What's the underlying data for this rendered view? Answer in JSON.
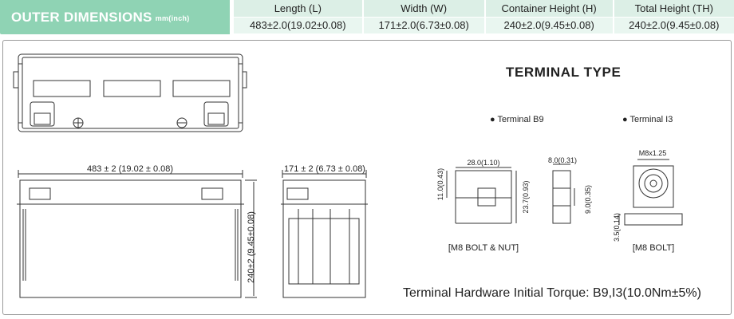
{
  "header": {
    "title": "OUTER DIMENSIONS",
    "unit": "mm(inch)",
    "columns": [
      "Length (L)",
      "Width (W)",
      "Container Height (H)",
      "Total Height (TH)"
    ],
    "values": [
      "483±2.0(19.02±0.08)",
      "171±2.0(6.73±0.08)",
      "240±2.0(9.45±0.08)",
      "240±2.0(9.45±0.08)"
    ]
  },
  "drawing": {
    "length_dim": "483 ± 2 (19.02 ± 0.08)",
    "width_dim": "171 ± 2 (6.73 ± 0.08)",
    "height_dim": "240±2 (9.45±0.08)"
  },
  "terminal": {
    "title": "TERMINAL TYPE",
    "b9": {
      "label": "Terminal B9",
      "width": "28.0(1.10)",
      "height_left": "11.0(0.43)",
      "height_total": "23.7(0.93)",
      "thickness": "8.0(0.31)",
      "hole": "9.0(0.35)",
      "caption": "[M8 BOLT & NUT]"
    },
    "i3": {
      "label": "Terminal I3",
      "thread": "M8x1.25",
      "height": "3.5(0.14)",
      "caption": "[M8 BOLT]"
    }
  },
  "torque": "Terminal Hardware Initial Torque: B9,I3(10.0Nm±5%)"
}
